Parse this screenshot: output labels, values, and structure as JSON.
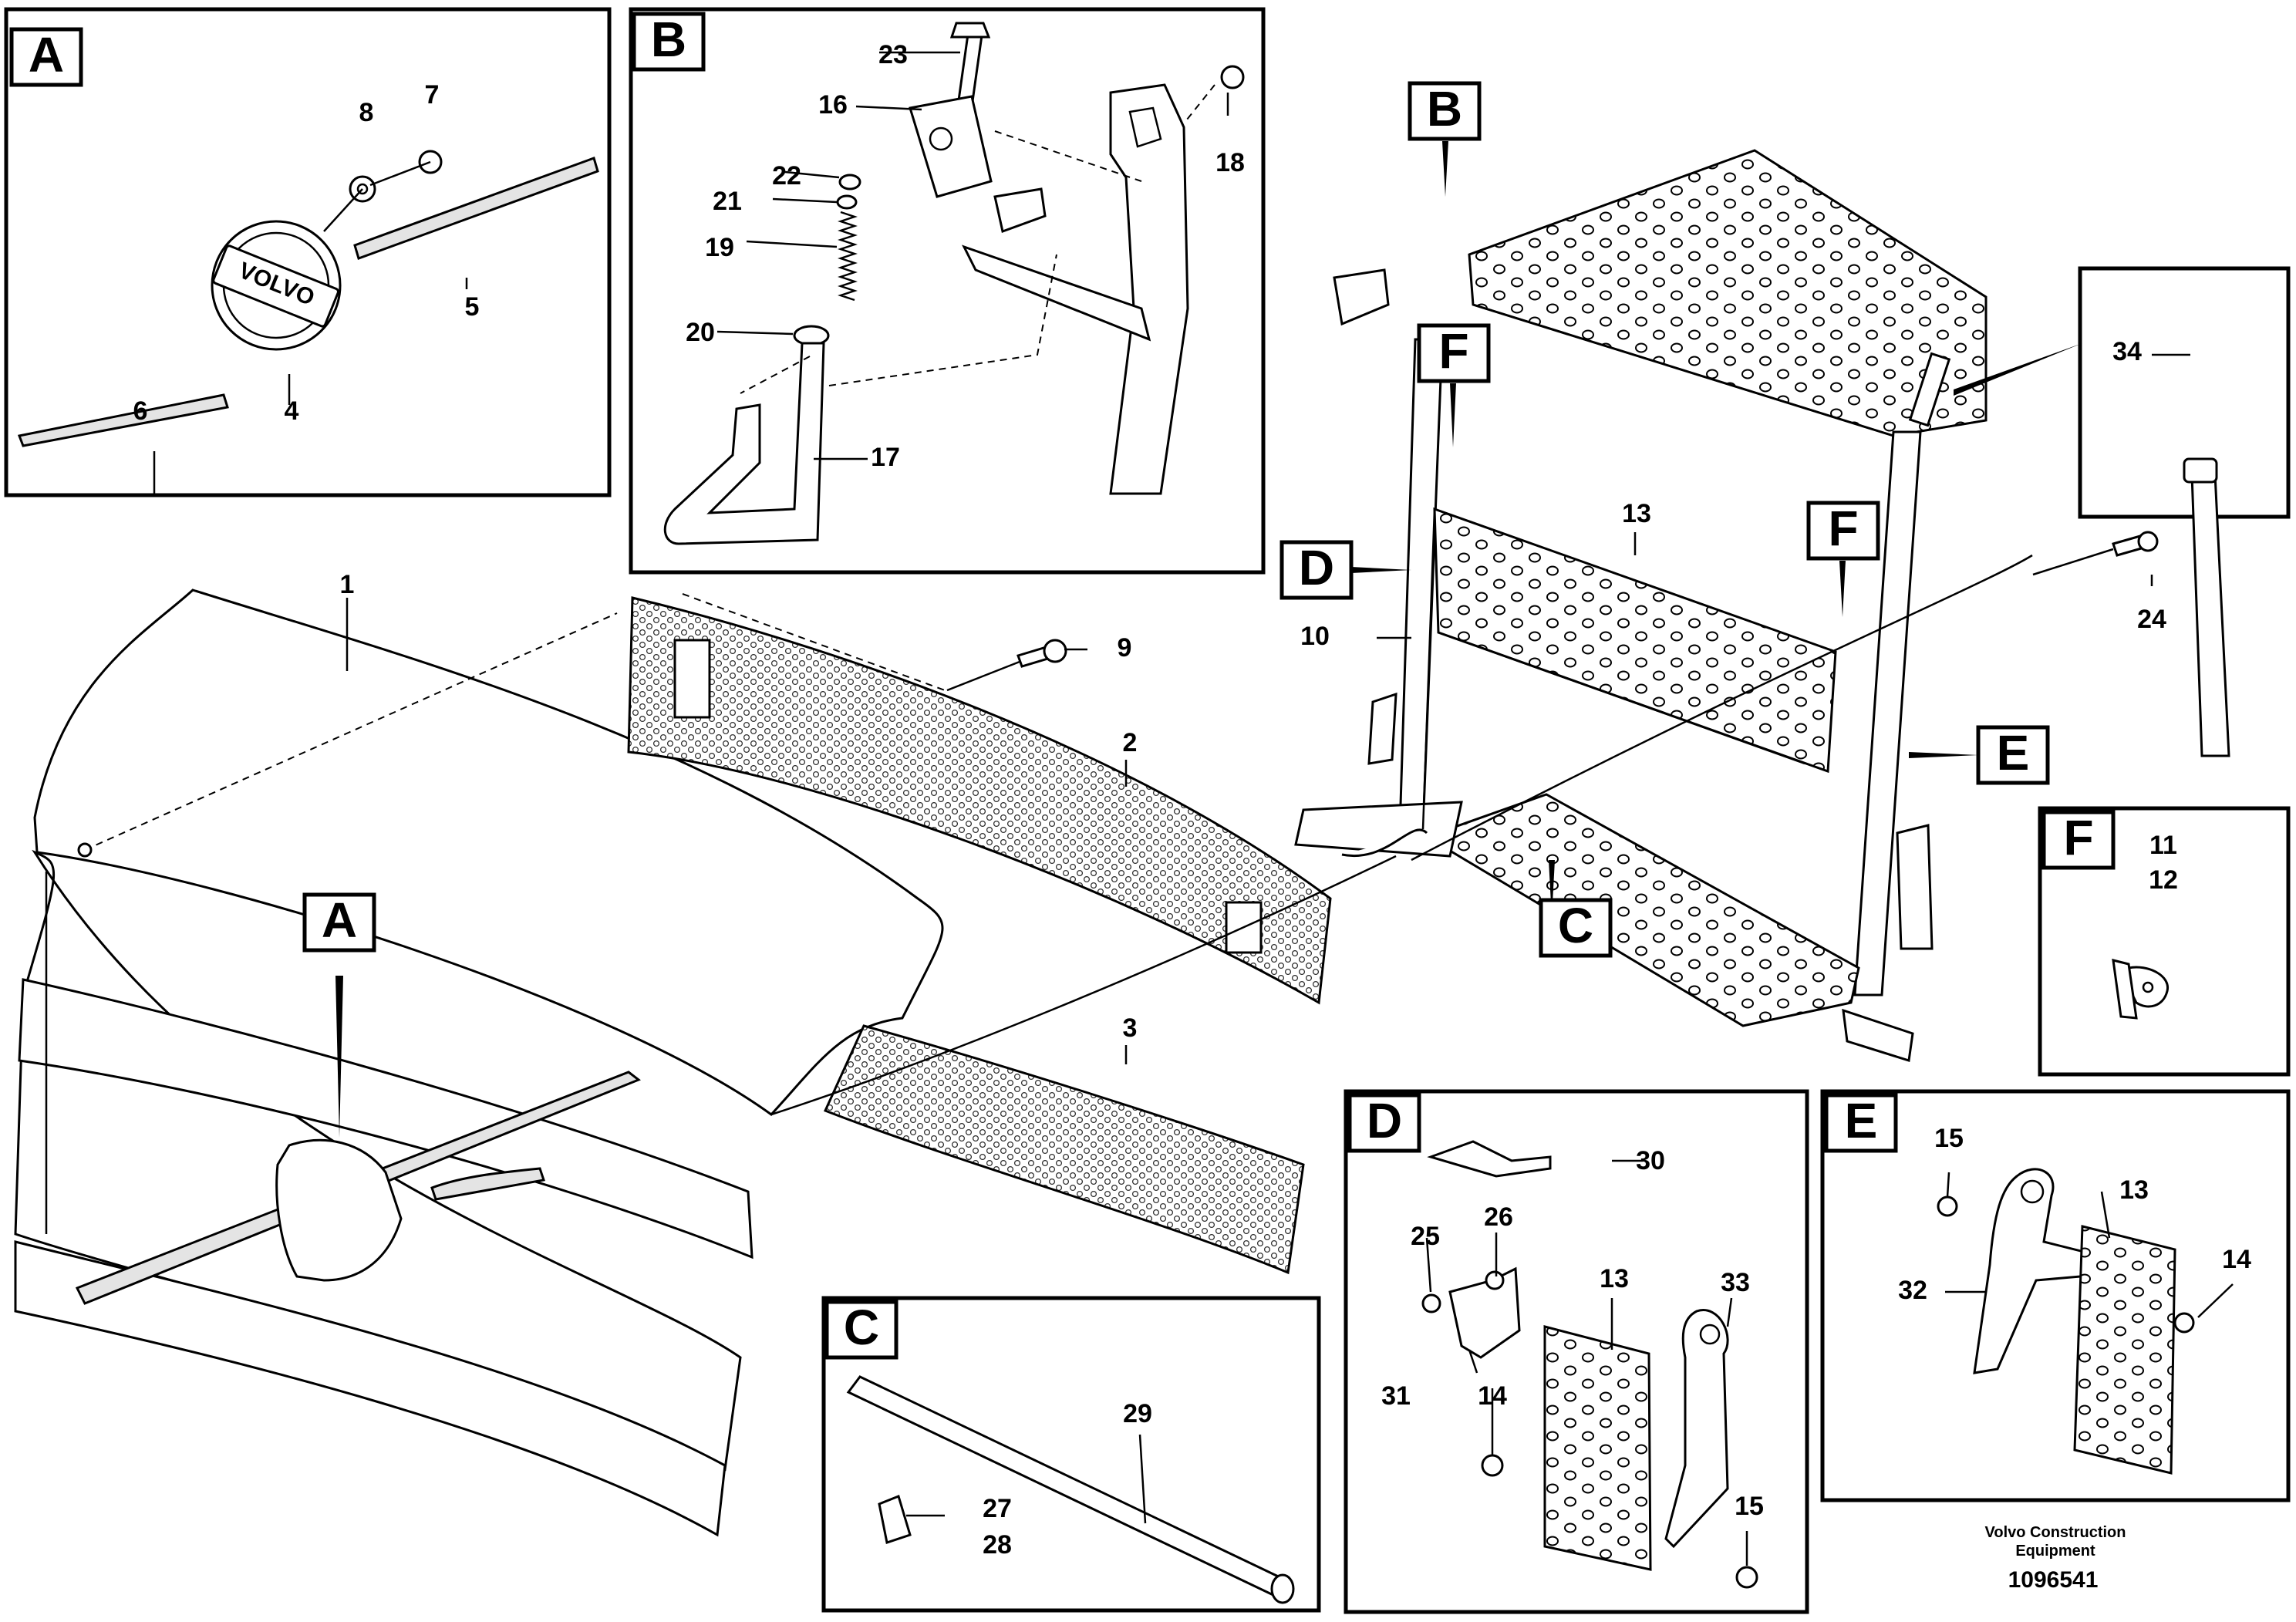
{
  "callout_letters": {
    "a": "A",
    "b": "B",
    "c": "C",
    "d": "D",
    "e": "E",
    "f": "F"
  },
  "part_numbers": {
    "p1": "1",
    "p2": "2",
    "p3": "3",
    "p4": "4",
    "p5": "5",
    "p6": "6",
    "p7": "7",
    "p8": "8",
    "p9": "9",
    "p10": "10",
    "p11": "11",
    "p12": "12",
    "p13": "13",
    "p14": "14",
    "p15": "15",
    "p16": "16",
    "p17": "17",
    "p18": "18",
    "p19": "19",
    "p20": "20",
    "p21": "21",
    "p22": "22",
    "p23": "23",
    "p24": "24",
    "p25": "25",
    "p26": "26",
    "p27": "27",
    "p28": "28",
    "p29": "29",
    "p30": "30",
    "p31": "31",
    "p32": "32",
    "p33": "33",
    "p34": "34"
  },
  "emblem": {
    "text": "VOLVO"
  },
  "credit": {
    "line1": "Volvo Construction",
    "line2": "Equipment",
    "doc_number": "1096541"
  }
}
